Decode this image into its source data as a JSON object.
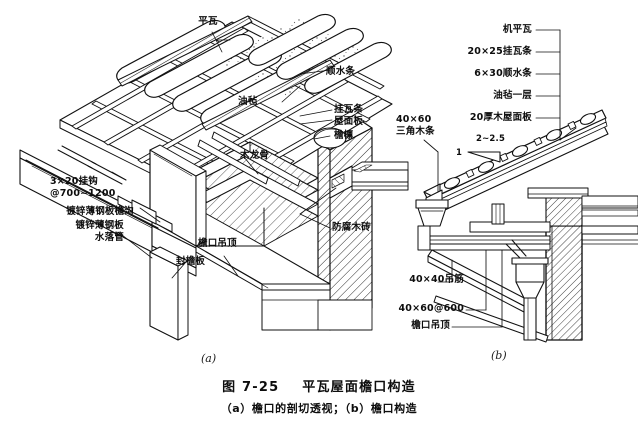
{
  "figure": {
    "caption_title": "图 7-25    平瓦屋面檐口构造",
    "caption_sub": "（a）檐口的剖切透视；（b）檐口构造",
    "sub_label_a": "(a)",
    "sub_label_b": "(b)",
    "background_color": "#ffffff",
    "line_color": "#111111"
  },
  "diagram_a": {
    "title_ref": "(a)",
    "description": "檐口的剖切透视",
    "labels": [
      {
        "id": "ping-wa",
        "text": "平瓦",
        "align": "center"
      },
      {
        "id": "shun-shui-tiao",
        "text": "顺水条",
        "align": "left"
      },
      {
        "id": "you-zhan",
        "text": "油毡",
        "align": "left"
      },
      {
        "id": "gua-wa-tiao",
        "text": "挂瓦条",
        "align": "left"
      },
      {
        "id": "wu-mian-ban",
        "text": "屋面板",
        "align": "left"
      },
      {
        "id": "yan-lin",
        "text": "檐檩",
        "align": "left"
      },
      {
        "id": "mu-long-gu",
        "text": "木龙骨",
        "align": "left"
      },
      {
        "id": "fang-fu-mu-zhuan",
        "text": "防腐木砖",
        "align": "left"
      },
      {
        "id": "gua-gou",
        "text": "3×20挂钩\n@700~1200",
        "align": "left"
      },
      {
        "id": "du-xin-yan-gou",
        "text": "镀锌薄钢板檐沟",
        "align": "right"
      },
      {
        "id": "du-xin-shui-luo",
        "text": "镀锌薄钢板\n水落管",
        "align": "right"
      },
      {
        "id": "yan-kou-diao-ding",
        "text": "檐口吊顶",
        "align": "left"
      },
      {
        "id": "feng-yan-ban",
        "text": "封檐板",
        "align": "left"
      }
    ]
  },
  "diagram_b": {
    "title_ref": "(b)",
    "description": "檐口构造",
    "stack_labels": [
      {
        "id": "ji-ping-wa",
        "text": "机平瓦"
      },
      {
        "id": "gua-wa-tiao-b",
        "text": "20×25挂瓦条"
      },
      {
        "id": "shun-shui-tiao-b",
        "text": "6×30顺水条"
      },
      {
        "id": "you-zhan-yi-ceng",
        "text": "油毡一层"
      },
      {
        "id": "mu-wu-mian-ban",
        "text": "20厚木屋面板"
      }
    ],
    "left_labels": [
      {
        "id": "san-jiao-mu-tiao",
        "text": "40×60\n三角木条"
      }
    ],
    "slope_marker": {
      "rise": "1",
      "run": "2~2.5"
    },
    "bottom_labels": [
      {
        "id": "diao-jin",
        "text": "40×40吊筋"
      },
      {
        "id": "long-gu-jian-ju",
        "text": "40×60@600"
      },
      {
        "id": "yan-kou-diao-ding-b",
        "text": "檐口吊顶"
      }
    ]
  }
}
